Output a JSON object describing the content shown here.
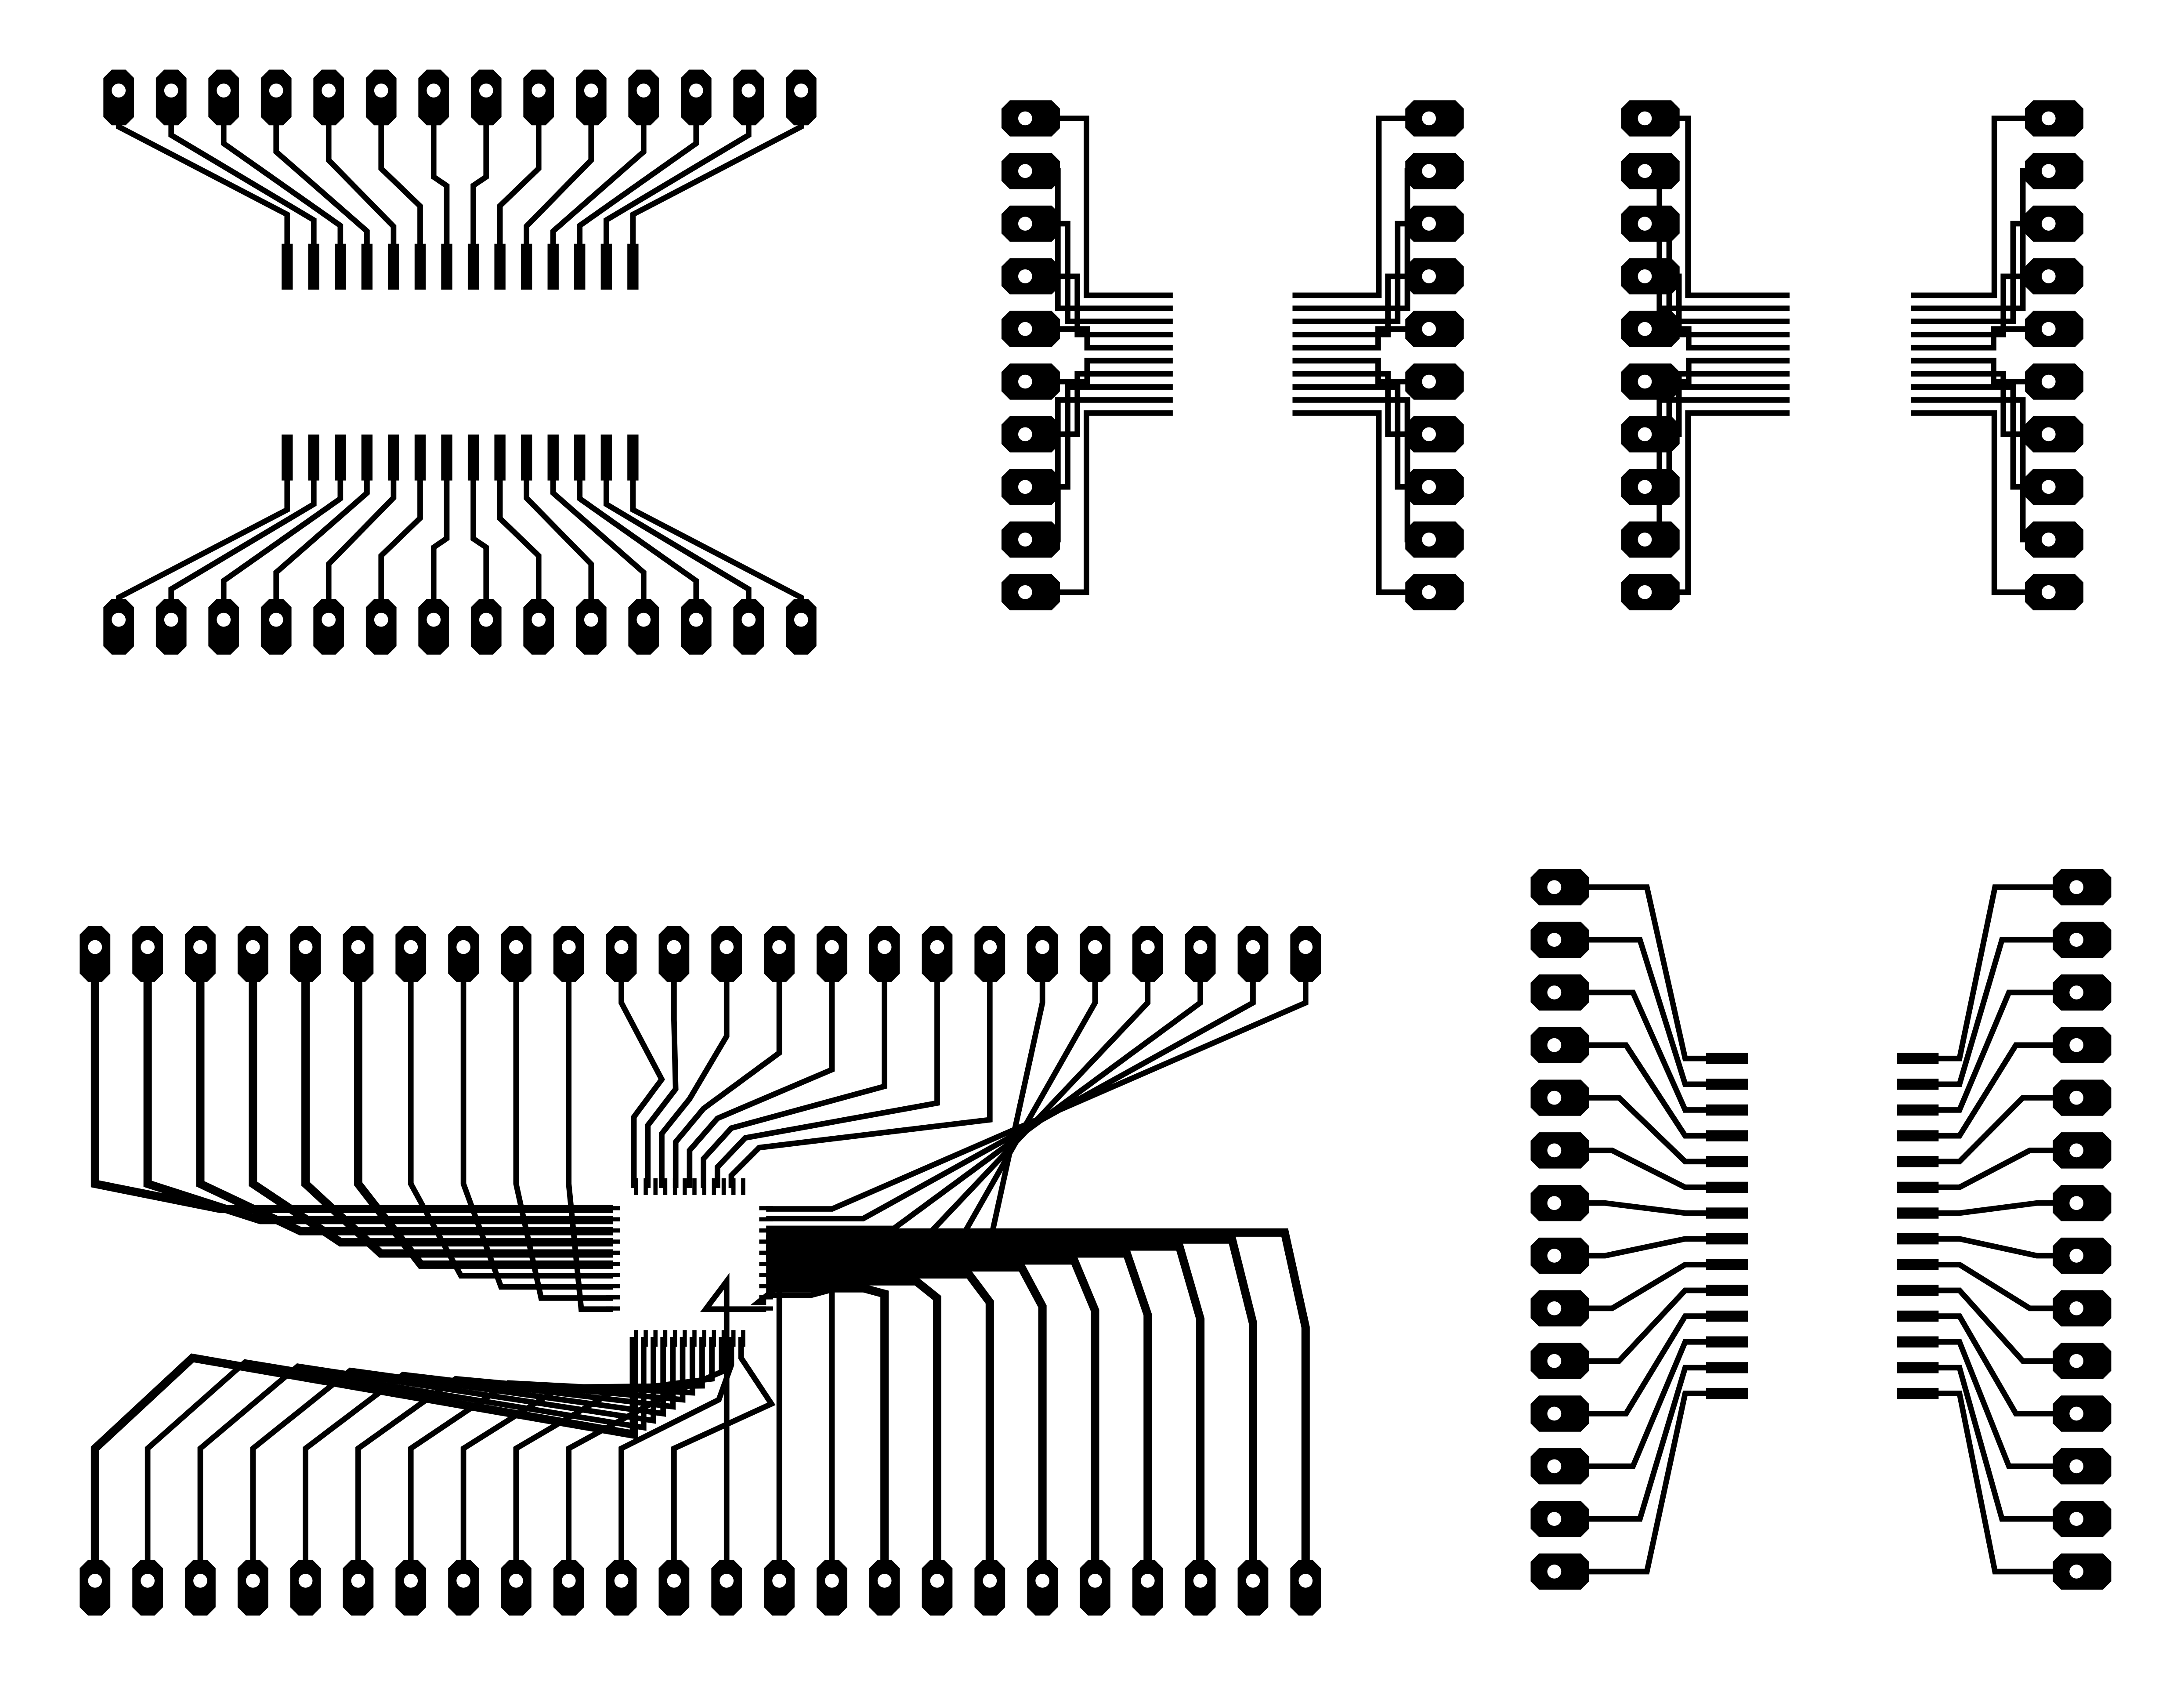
{
  "colors": {
    "ink": "#000000",
    "background": "#ffffff"
  },
  "components": [
    {
      "name": "smd-fanout-pair",
      "pads_per_row": 14
    },
    {
      "name": "dual-row-adapter-left-a",
      "pads": 10
    },
    {
      "name": "dual-row-adapter-right-a",
      "pads": 10
    },
    {
      "name": "dual-row-adapter-left-b",
      "pads": 10
    },
    {
      "name": "dual-row-adapter-right-b",
      "pads": 10
    },
    {
      "name": "qfp-breakout",
      "pads_per_row": 24
    },
    {
      "name": "soic-breakout-left",
      "pads": 14
    },
    {
      "name": "soic-breakout-right",
      "pads": 14
    }
  ]
}
